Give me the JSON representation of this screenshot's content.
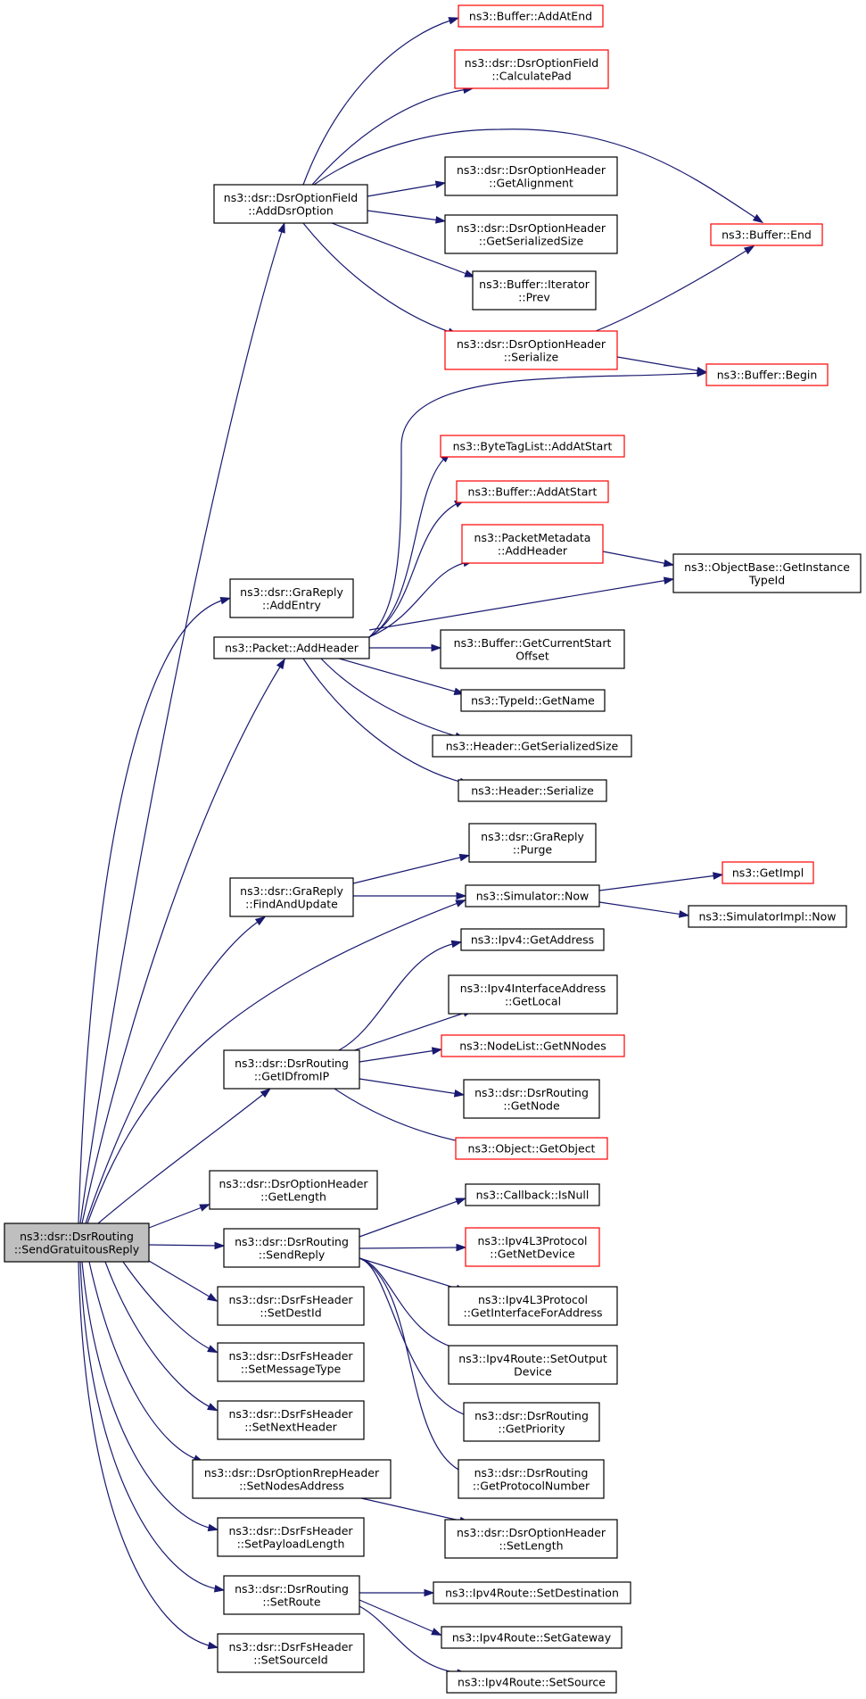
{
  "diagram": {
    "nodes": [
      {
        "id": "root",
        "lines": [
          "ns3::dsr::DsrRouting",
          "::SendGratuitousReply"
        ],
        "style": "root"
      },
      {
        "id": "addDsrOption",
        "lines": [
          "ns3::dsr::DsrOptionField",
          "::AddDsrOption"
        ],
        "style": "black"
      },
      {
        "id": "addEntry",
        "lines": [
          "ns3::dsr::GraReply",
          "::AddEntry"
        ],
        "style": "black"
      },
      {
        "id": "packetAddHeader",
        "lines": [
          "ns3::Packet::AddHeader"
        ],
        "style": "black"
      },
      {
        "id": "findAndUpdate",
        "lines": [
          "ns3::dsr::GraReply",
          "::FindAndUpdate"
        ],
        "style": "black"
      },
      {
        "id": "getIDfromIP",
        "lines": [
          "ns3::dsr::DsrRouting",
          "::GetIDfromIP"
        ],
        "style": "black"
      },
      {
        "id": "getLength",
        "lines": [
          "ns3::dsr::DsrOptionHeader",
          "::GetLength"
        ],
        "style": "black"
      },
      {
        "id": "sendReply",
        "lines": [
          "ns3::dsr::DsrRouting",
          "::SendReply"
        ],
        "style": "black"
      },
      {
        "id": "setDestId",
        "lines": [
          "ns3::dsr::DsrFsHeader",
          "::SetDestId"
        ],
        "style": "black"
      },
      {
        "id": "setMessageType",
        "lines": [
          "ns3::dsr::DsrFsHeader",
          "::SetMessageType"
        ],
        "style": "black"
      },
      {
        "id": "setNextHeader",
        "lines": [
          "ns3::dsr::DsrFsHeader",
          "::SetNextHeader"
        ],
        "style": "black"
      },
      {
        "id": "setNodesAddress",
        "lines": [
          "ns3::dsr::DsrOptionRrepHeader",
          "::SetNodesAddress"
        ],
        "style": "black"
      },
      {
        "id": "setPayloadLength",
        "lines": [
          "ns3::dsr::DsrFsHeader",
          "::SetPayloadLength"
        ],
        "style": "black"
      },
      {
        "id": "setRoute",
        "lines": [
          "ns3::dsr::DsrRouting",
          "::SetRoute"
        ],
        "style": "black"
      },
      {
        "id": "setSourceId",
        "lines": [
          "ns3::dsr::DsrFsHeader",
          "::SetSourceId"
        ],
        "style": "black"
      },
      {
        "id": "bufferAddAtEnd",
        "lines": [
          "ns3::Buffer::AddAtEnd"
        ],
        "style": "red"
      },
      {
        "id": "calculatePad",
        "lines": [
          "ns3::dsr::DsrOptionField",
          "::CalculatePad"
        ],
        "style": "red"
      },
      {
        "id": "getAlignment",
        "lines": [
          "ns3::dsr::DsrOptionHeader",
          "::GetAlignment"
        ],
        "style": "black"
      },
      {
        "id": "optGetSerializedSize",
        "lines": [
          "ns3::dsr::DsrOptionHeader",
          "::GetSerializedSize"
        ],
        "style": "black"
      },
      {
        "id": "iteratorPrev",
        "lines": [
          "ns3::Buffer::Iterator",
          "::Prev"
        ],
        "style": "black"
      },
      {
        "id": "optSerialize",
        "lines": [
          "ns3::dsr::DsrOptionHeader",
          "::Serialize"
        ],
        "style": "red"
      },
      {
        "id": "bufferEnd",
        "lines": [
          "ns3::Buffer::End"
        ],
        "style": "red"
      },
      {
        "id": "bufferBegin",
        "lines": [
          "ns3::Buffer::Begin"
        ],
        "style": "red"
      },
      {
        "id": "byteTagAddAtStart",
        "lines": [
          "ns3::ByteTagList::AddAtStart"
        ],
        "style": "red"
      },
      {
        "id": "bufferAddAtStart",
        "lines": [
          "ns3::Buffer::AddAtStart"
        ],
        "style": "red"
      },
      {
        "id": "pmAddHeader",
        "lines": [
          "ns3::PacketMetadata",
          "::AddHeader"
        ],
        "style": "red"
      },
      {
        "id": "getInstanceTypeId",
        "lines": [
          "ns3::ObjectBase::GetInstance",
          "TypeId"
        ],
        "style": "black"
      },
      {
        "id": "getCurrentStartOffset",
        "lines": [
          "ns3::Buffer::GetCurrentStart",
          "Offset"
        ],
        "style": "black"
      },
      {
        "id": "typeIdGetName",
        "lines": [
          "ns3::TypeId::GetName"
        ],
        "style": "black"
      },
      {
        "id": "headerGetSerializedSize",
        "lines": [
          "ns3::Header::GetSerializedSize"
        ],
        "style": "black"
      },
      {
        "id": "headerSerialize",
        "lines": [
          "ns3::Header::Serialize"
        ],
        "style": "black"
      },
      {
        "id": "graPurge",
        "lines": [
          "ns3::dsr::GraReply",
          "::Purge"
        ],
        "style": "black"
      },
      {
        "id": "simulatorNow",
        "lines": [
          "ns3::Simulator::Now"
        ],
        "style": "black"
      },
      {
        "id": "getImpl",
        "lines": [
          "ns3::GetImpl"
        ],
        "style": "red"
      },
      {
        "id": "simImplNow",
        "lines": [
          "ns3::SimulatorImpl::Now"
        ],
        "style": "black"
      },
      {
        "id": "ipv4GetAddress",
        "lines": [
          "ns3::Ipv4::GetAddress"
        ],
        "style": "black"
      },
      {
        "id": "ifaceGetLocal",
        "lines": [
          "ns3::Ipv4InterfaceAddress",
          "::GetLocal"
        ],
        "style": "black"
      },
      {
        "id": "getNNodes",
        "lines": [
          "ns3::NodeList::GetNNodes"
        ],
        "style": "red"
      },
      {
        "id": "getNode",
        "lines": [
          "ns3::dsr::DsrRouting",
          "::GetNode"
        ],
        "style": "black"
      },
      {
        "id": "getObject",
        "lines": [
          "ns3::Object::GetObject"
        ],
        "style": "red"
      },
      {
        "id": "isNull",
        "lines": [
          "ns3::Callback::IsNull"
        ],
        "style": "black"
      },
      {
        "id": "getNetDevice",
        "lines": [
          "ns3::Ipv4L3Protocol",
          "::GetNetDevice"
        ],
        "style": "red"
      },
      {
        "id": "getInterfaceForAddress",
        "lines": [
          "ns3::Ipv4L3Protocol",
          "::GetInterfaceForAddress"
        ],
        "style": "black"
      },
      {
        "id": "setOutputDevice",
        "lines": [
          "ns3::Ipv4Route::SetOutput",
          "Device"
        ],
        "style": "black"
      },
      {
        "id": "getPriority",
        "lines": [
          "ns3::dsr::DsrRouting",
          "::GetPriority"
        ],
        "style": "black"
      },
      {
        "id": "getProtocolNumber",
        "lines": [
          "ns3::dsr::DsrRouting",
          "::GetProtocolNumber"
        ],
        "style": "black"
      },
      {
        "id": "setLength",
        "lines": [
          "ns3::dsr::DsrOptionHeader",
          "::SetLength"
        ],
        "style": "black"
      },
      {
        "id": "setDestination",
        "lines": [
          "ns3::Ipv4Route::SetDestination"
        ],
        "style": "black"
      },
      {
        "id": "setGateway",
        "lines": [
          "ns3::Ipv4Route::SetGateway"
        ],
        "style": "black"
      },
      {
        "id": "setSource",
        "lines": [
          "ns3::Ipv4Route::SetSource"
        ],
        "style": "black"
      }
    ],
    "edges": [
      [
        "root",
        "addDsrOption"
      ],
      [
        "root",
        "addEntry"
      ],
      [
        "root",
        "packetAddHeader"
      ],
      [
        "root",
        "findAndUpdate"
      ],
      [
        "root",
        "simulatorNow"
      ],
      [
        "root",
        "getIDfromIP"
      ],
      [
        "root",
        "getLength"
      ],
      [
        "root",
        "sendReply"
      ],
      [
        "root",
        "setDestId"
      ],
      [
        "root",
        "setMessageType"
      ],
      [
        "root",
        "setNextHeader"
      ],
      [
        "root",
        "setNodesAddress"
      ],
      [
        "root",
        "setPayloadLength"
      ],
      [
        "root",
        "setRoute"
      ],
      [
        "root",
        "setSourceId"
      ],
      [
        "addDsrOption",
        "bufferAddAtEnd"
      ],
      [
        "addDsrOption",
        "calculatePad"
      ],
      [
        "addDsrOption",
        "bufferEnd"
      ],
      [
        "addDsrOption",
        "getAlignment"
      ],
      [
        "addDsrOption",
        "optGetSerializedSize"
      ],
      [
        "addDsrOption",
        "iteratorPrev"
      ],
      [
        "addDsrOption",
        "optSerialize"
      ],
      [
        "optSerialize",
        "bufferEnd"
      ],
      [
        "optSerialize",
        "bufferBegin"
      ],
      [
        "packetAddHeader",
        "bufferBegin"
      ],
      [
        "packetAddHeader",
        "byteTagAddAtStart"
      ],
      [
        "packetAddHeader",
        "bufferAddAtStart"
      ],
      [
        "packetAddHeader",
        "pmAddHeader"
      ],
      [
        "packetAddHeader",
        "getInstanceTypeId"
      ],
      [
        "packetAddHeader",
        "getCurrentStartOffset"
      ],
      [
        "packetAddHeader",
        "typeIdGetName"
      ],
      [
        "packetAddHeader",
        "headerGetSerializedSize"
      ],
      [
        "packetAddHeader",
        "headerSerialize"
      ],
      [
        "pmAddHeader",
        "getInstanceTypeId"
      ],
      [
        "findAndUpdate",
        "graPurge"
      ],
      [
        "findAndUpdate",
        "simulatorNow"
      ],
      [
        "simulatorNow",
        "getImpl"
      ],
      [
        "simulatorNow",
        "simImplNow"
      ],
      [
        "getIDfromIP",
        "ipv4GetAddress"
      ],
      [
        "getIDfromIP",
        "ifaceGetLocal"
      ],
      [
        "getIDfromIP",
        "getNNodes"
      ],
      [
        "getIDfromIP",
        "getNode"
      ],
      [
        "getIDfromIP",
        "getObject"
      ],
      [
        "sendReply",
        "isNull"
      ],
      [
        "sendReply",
        "getNetDevice"
      ],
      [
        "sendReply",
        "getInterfaceForAddress"
      ],
      [
        "sendReply",
        "setOutputDevice"
      ],
      [
        "sendReply",
        "getPriority"
      ],
      [
        "sendReply",
        "getProtocolNumber"
      ],
      [
        "setNodesAddress",
        "setLength"
      ],
      [
        "setRoute",
        "setDestination"
      ],
      [
        "setRoute",
        "setGateway"
      ],
      [
        "setRoute",
        "setSource"
      ]
    ]
  }
}
